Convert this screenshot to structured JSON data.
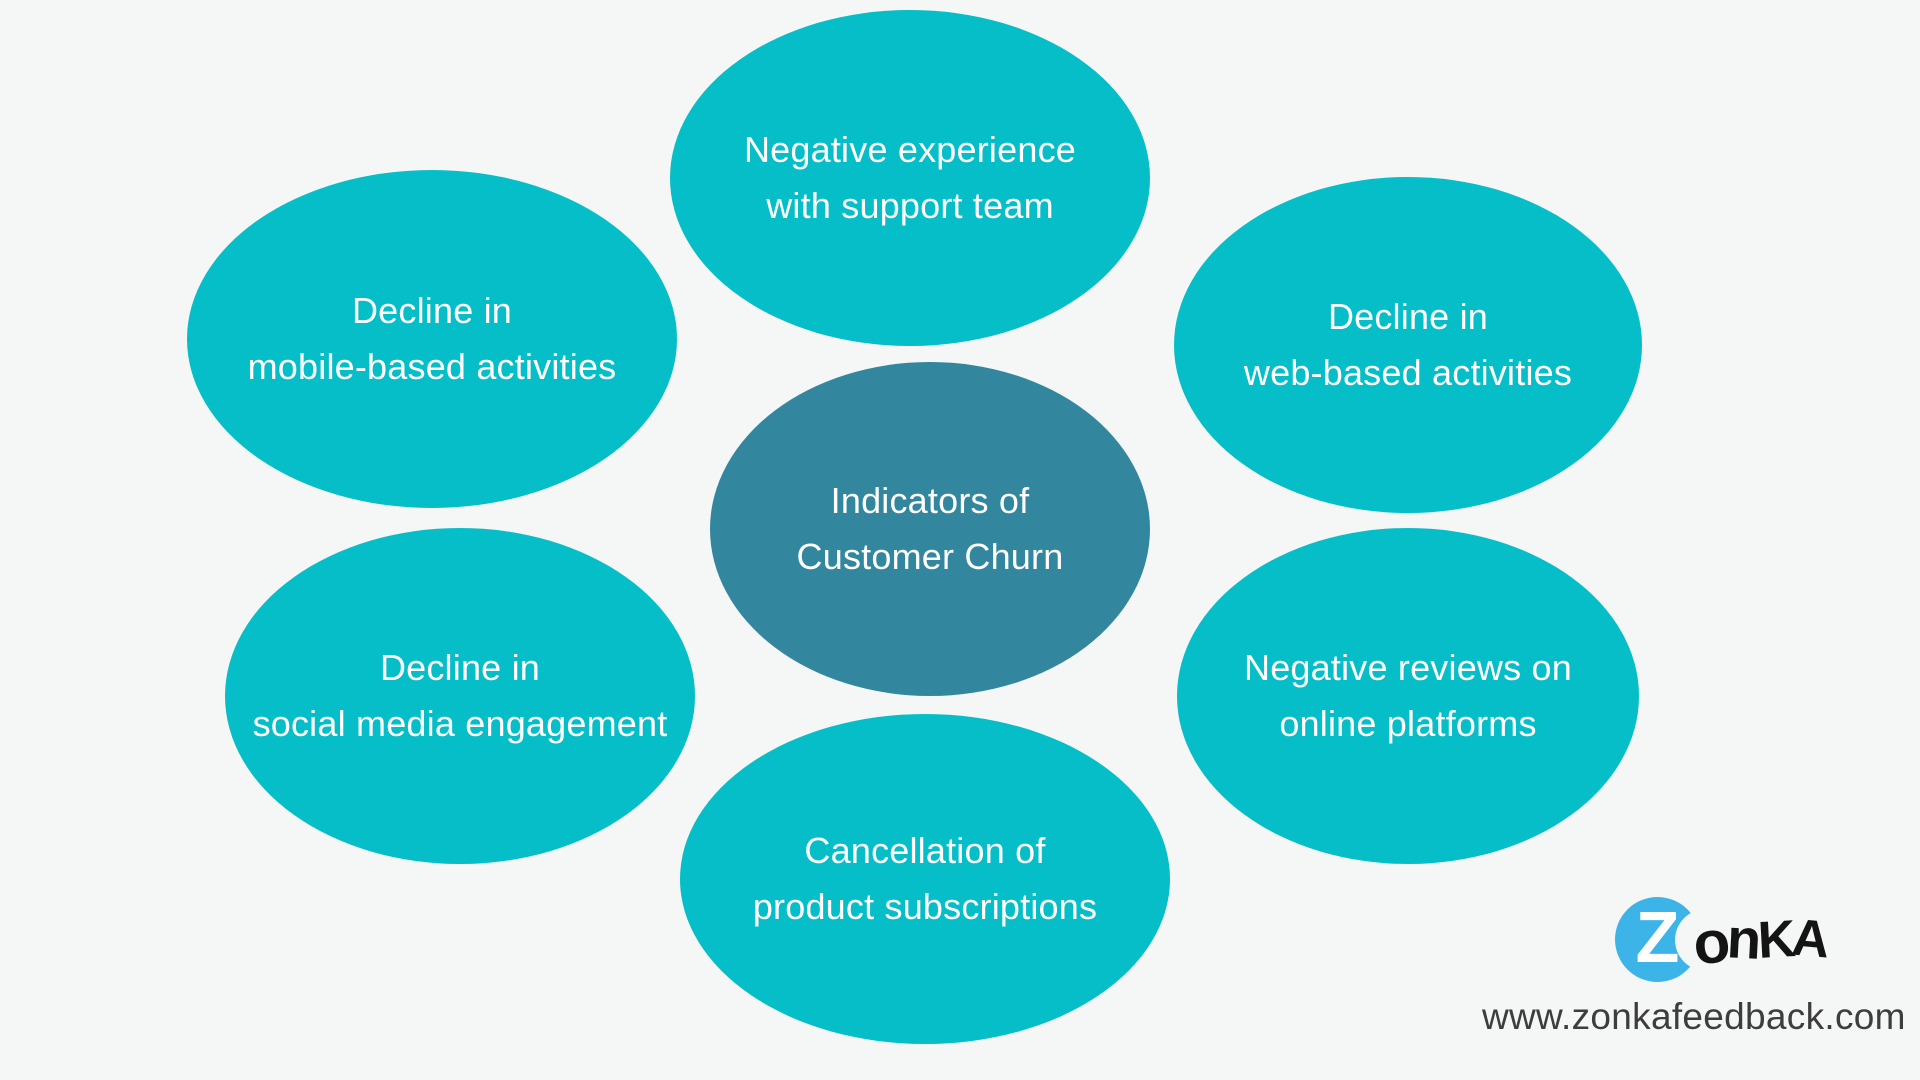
{
  "diagram": {
    "center": {
      "line1": "Indicators of",
      "line2": "Customer Churn"
    },
    "satellites": [
      {
        "position": "top",
        "line1": "Negative experience",
        "line2": "with support team"
      },
      {
        "position": "top-left",
        "line1": "Decline in",
        "line2": "mobile-based activities"
      },
      {
        "position": "top-right",
        "line1": "Decline in",
        "line2": "web-based activities"
      },
      {
        "position": "bottom-left",
        "line1": "Decline in",
        "line2": "social media engagement"
      },
      {
        "position": "bottom-right",
        "line1": "Negative reviews on",
        "line2": "online platforms"
      },
      {
        "position": "bottom",
        "line1": "Cancellation of",
        "line2": "product subscriptions"
      }
    ]
  },
  "branding": {
    "logo": {
      "z": "Z",
      "o": "o",
      "n": "n",
      "k": "K",
      "a": "A"
    },
    "website": "www.zonkafeedback.com"
  },
  "colors": {
    "background": "#f5f6f6",
    "satellite_fill": "#06bec8",
    "center_fill": "#32879f",
    "node_text": "#ffffff",
    "logo_blue": "#3cb4e7",
    "logo_black": "#141414",
    "url_text": "#3d3d3d"
  }
}
